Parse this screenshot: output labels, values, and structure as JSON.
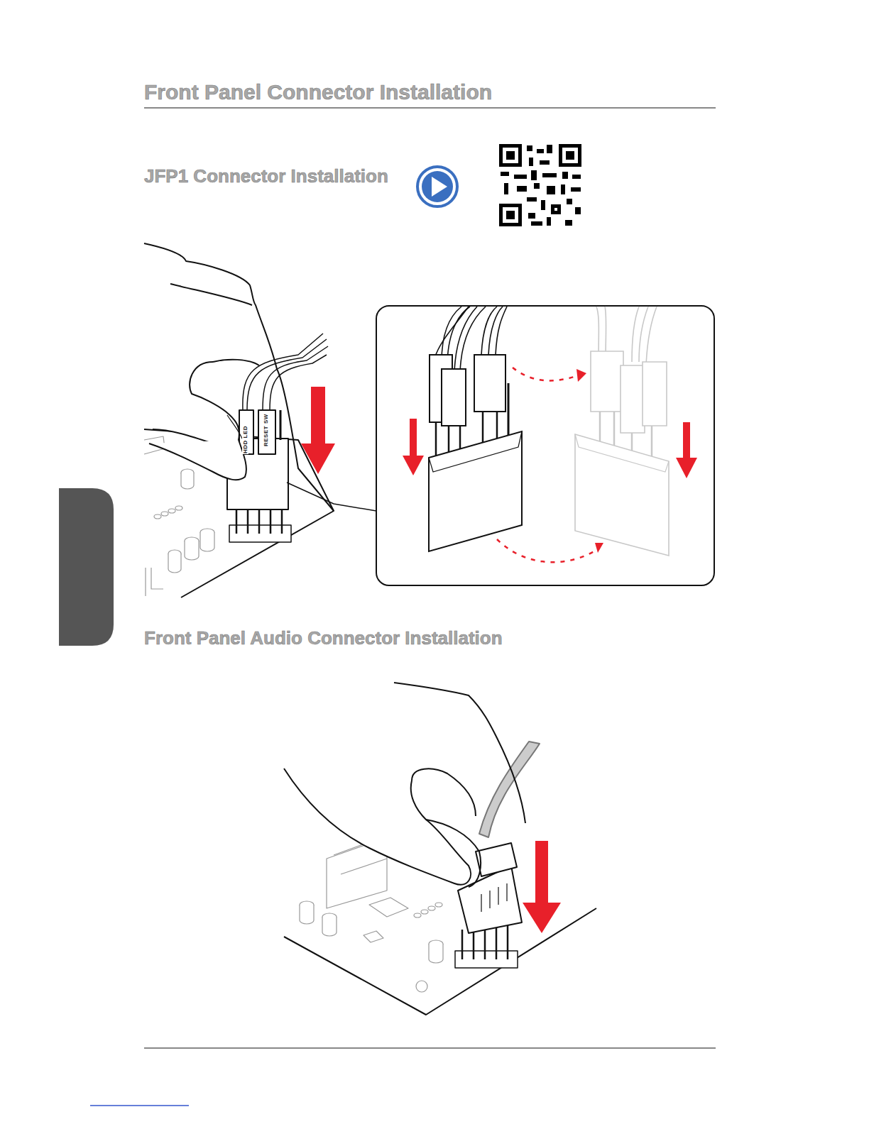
{
  "diagram": {
    "title": "Front Panel Connector Installation",
    "labels": [
      "JFP1 Connector Installation",
      "Front Panel Audio Connector Installation",
      "HDD LED",
      "RESET SW"
    ]
  }
}
